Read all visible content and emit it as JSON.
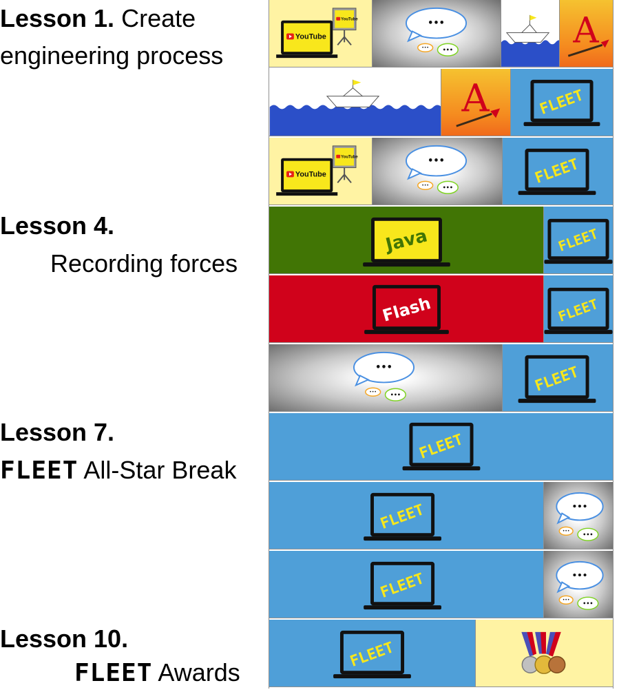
{
  "lessons": [
    {
      "number": "Lesson 1.",
      "title": "Create",
      "subtitle": "engineering process"
    },
    {
      "number": "Lesson 4.",
      "title": "Recording forces"
    },
    {
      "number": "Lesson 7.",
      "brand": "FLEET",
      "title": "All-Star Break"
    },
    {
      "number": "Lesson 10.",
      "brand": "FLEET",
      "title": "Awards"
    }
  ],
  "tile_text": {
    "youtube": "YouTube",
    "youtube_small": "YouTube",
    "fleet": "FLEET",
    "java": "Java",
    "flash": "Flash",
    "ellipsis": "•••",
    "art_letter": "A"
  },
  "colors": {
    "fleet_blue": "#4f9fd8",
    "java_green": "#417505",
    "flash_red": "#d0021b",
    "youtube_yellow": "#fff3a3",
    "sea_blue": "#2b4fc8",
    "fleet_yellow": "#f8e71c"
  },
  "icons": [
    "youtube-laptop-icon",
    "chat-bubbles-icon",
    "paper-boat-icon",
    "art-a-icon",
    "fleet-laptop-icon",
    "java-laptop-icon",
    "flash-laptop-icon",
    "medals-icon"
  ]
}
